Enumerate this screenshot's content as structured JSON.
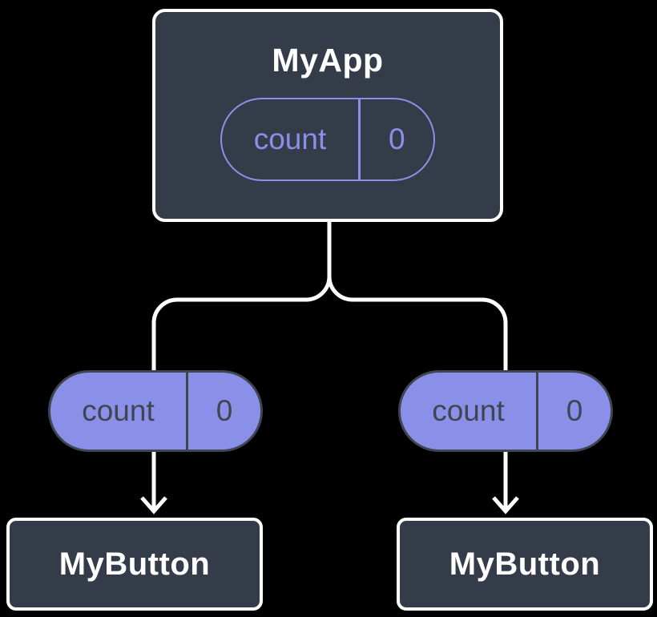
{
  "colors": {
    "background": "#000000",
    "component_box_fill": "#353C49",
    "component_box_border": "#FFFFFF",
    "pill_purple": "#8A90E8",
    "pill_dark_text": "#3F4551",
    "connector_line": "#FFFFFF",
    "title_text": "#FFFFFF"
  },
  "diagram": {
    "root": {
      "title": "MyApp",
      "state": {
        "name": "count",
        "value": "0"
      }
    },
    "children": [
      {
        "title": "MyButton",
        "prop": {
          "name": "count",
          "value": "0"
        }
      },
      {
        "title": "MyButton",
        "prop": {
          "name": "count",
          "value": "0"
        }
      }
    ]
  }
}
